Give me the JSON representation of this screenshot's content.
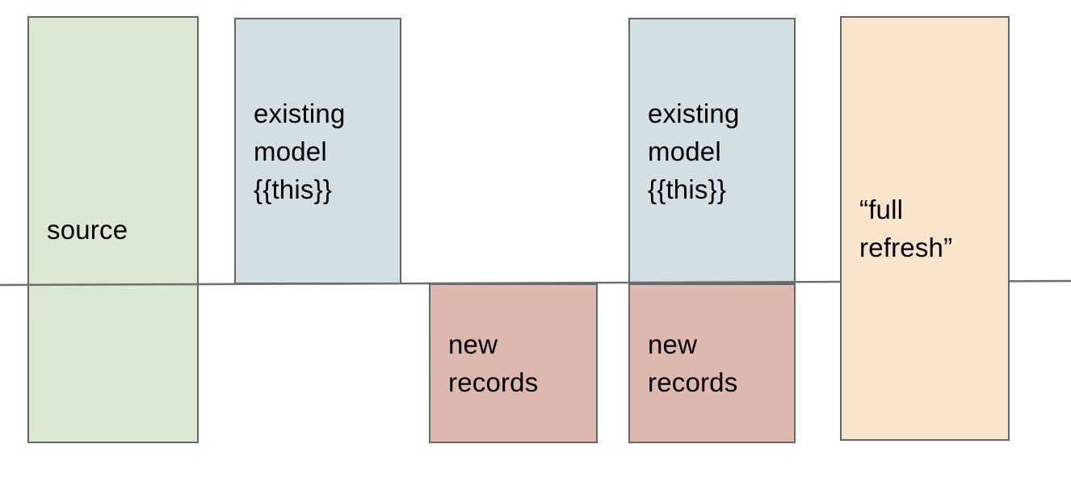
{
  "diagram": {
    "description": "incremental model boxes diagram",
    "colors": {
      "source_green": "#dbe8d4",
      "existing_blue": "#d3dfe3",
      "new_records_pink": "#dcb8ae",
      "full_refresh_peach": "#f8e5cc",
      "border_gray": "#666666",
      "line_gray": "#6e6e6e",
      "text": "#000000",
      "background": "#ffffff"
    },
    "boxes": [
      {
        "id": "source",
        "label": "source"
      },
      {
        "id": "existing-1",
        "label": "existing\nmodel\n{{this}}"
      },
      {
        "id": "new-records-1",
        "label": "new\nrecords"
      },
      {
        "id": "existing-2",
        "label": "existing\nmodel\n{{this}}"
      },
      {
        "id": "new-records-2",
        "label": "new\nrecords"
      },
      {
        "id": "full-refresh",
        "label": "“full\nrefresh”"
      }
    ]
  }
}
